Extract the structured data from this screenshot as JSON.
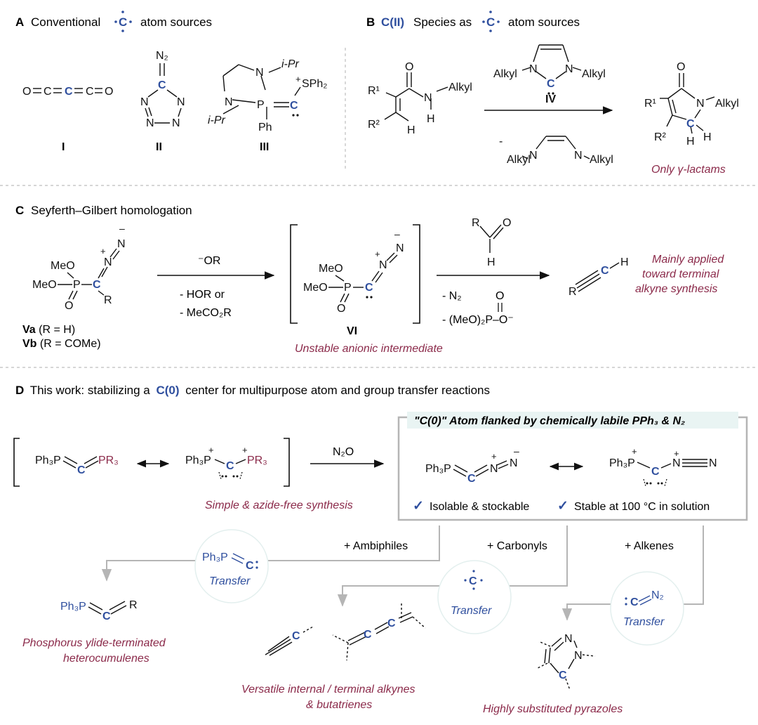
{
  "colors": {
    "blue": "#2f4f9e",
    "plum": "#8b2a4a",
    "gray": "#b5b5b5",
    "box_fill": "#e9f4f3",
    "text": "#111111"
  },
  "panelA": {
    "letter": "A",
    "title": "Conventional",
    "title_suffix": "atom sources",
    "carbon": "C",
    "c3o2": [
      "O",
      "C",
      "C",
      "C",
      "O"
    ],
    "tetrazole_top": "N₂",
    "tetrazole_c": "C",
    "tetrazole_n": [
      "N",
      "N",
      "N",
      "N"
    ],
    "III": {
      "ipr": "i-Pr",
      "sph2": "SPh₂",
      "plus": "+",
      "n": "N",
      "p": "P",
      "c": "C",
      "ph": "Ph"
    },
    "labels": [
      "I",
      "II",
      "III"
    ]
  },
  "panelB": {
    "letter": "B",
    "title_strong": "C(II)",
    "title": "Species as",
    "title_suffix": "atom sources",
    "carbon": "C",
    "reactant": {
      "r1": "R¹",
      "r2": "R²",
      "o": "O",
      "n": "N",
      "h": "H",
      "h2": "H",
      "alkyl": "Alkyl"
    },
    "reagent_IV": {
      "alkyl_left": "Alkyl",
      "alkyl_right": "Alkyl",
      "n": "N",
      "c": "C",
      "label": "IV"
    },
    "reagent_b": {
      "minus": "-",
      "alkyl_left": "Alkyl",
      "alkyl_right": "Alkyl",
      "n": "N"
    },
    "product": {
      "r1": "R¹",
      "r2": "R²",
      "o": "O",
      "n": "N",
      "alkyl": "Alkyl",
      "c": "C",
      "h": "H",
      "h2": "H"
    },
    "caption": "Only γ-lactams"
  },
  "panelC": {
    "letter": "C",
    "title": "Seyferth–Gilbert homologation",
    "reagent": {
      "meo1": "MeO",
      "meo2": "MeO",
      "p": "P",
      "o": "O",
      "c": "C",
      "r": "R",
      "n": "N",
      "plus": "+",
      "minus": "–"
    },
    "label_va_b": "Va",
    "label_va_r": "(R = H)",
    "label_vb_b": "Vb",
    "label_vb_r": "(R = COMe)",
    "arrow1": {
      "above": "⁻OR",
      "below1": "- HOR or",
      "below2": "- MeCO₂R"
    },
    "intermediate": {
      "meo1": "MeO",
      "meo2": "MeO",
      "p": "P",
      "o": "O",
      "c": "C",
      "n": "N",
      "plus": "+",
      "minus": "–",
      "label": "VI"
    },
    "intermediate_caption": "Unstable anionic intermediate",
    "arrow2": {
      "r": "R",
      "o": "O",
      "h": "H",
      "n2": "- N₂",
      "phos": "- (MeO)₂P–O⁻",
      "phos_o": "O"
    },
    "product": {
      "r": "R",
      "c": "C",
      "h": "H"
    },
    "caption": [
      "Mainly applied",
      "toward terminal",
      "alkyne synthesis"
    ]
  },
  "panelD": {
    "letter": "D",
    "title_pre": "This work: stabilizing a",
    "title_strong": "C(0)",
    "title_post": "center for multipurpose atom and group transfer reactions",
    "ylide_left": {
      "ph3p": "Ph₃P",
      "c": "C",
      "pr3": "PR₃"
    },
    "ylide_right": {
      "ph3p": "Ph₃P",
      "c": "C",
      "pr3": "PR₃",
      "plus": "+"
    },
    "reagent": "N₂O",
    "synthesis_caption": "Simple & azide-free synthesis",
    "box": {
      "title": "\"C(0)\" Atom flanked by chemically labile PPh₃ & N₂",
      "left": {
        "ph3p": "Ph₃P",
        "c": "C",
        "n": "N",
        "plus": "+",
        "minus": "–"
      },
      "right": {
        "ph3p": "Ph₃P",
        "c": "C",
        "n": "N",
        "plus": "+"
      },
      "check": "✓",
      "check1": "Isolable & stockable",
      "check2": "Stable at 100 °C in solution"
    },
    "branches": {
      "ambiphiles": "+ Ambiphiles",
      "carbonyls": "+ Carbonyls",
      "alkenes": "+ Alkenes",
      "transfer": "Transfer",
      "t1_ph3p": "Ph₃P",
      "t1_c": "C",
      "t2_c": "C",
      "t3_c": "C",
      "t3_n2": "N₂"
    },
    "products": {
      "p1": {
        "ph3p": "Ph₃P",
        "c": "C",
        "r": "R",
        "caption": [
          "Phosphorus ylide-terminated",
          "heterocumulenes"
        ]
      },
      "p2": {
        "c": "C",
        "caption": [
          "Versatile internal / terminal alkynes",
          "& butatrienes"
        ]
      },
      "p3": {
        "n": "N",
        "c": "C",
        "caption": "Highly substituted pyrazoles"
      }
    }
  }
}
